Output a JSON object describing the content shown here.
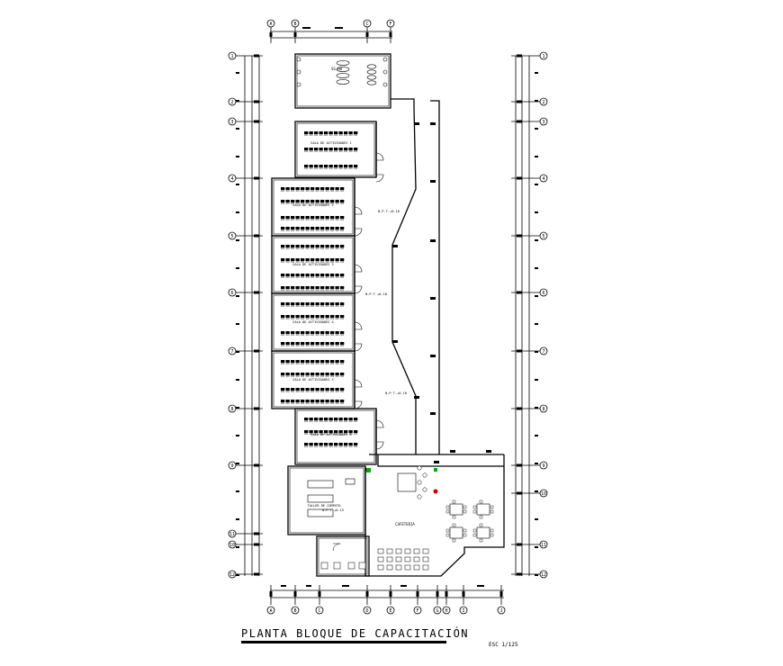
{
  "drawing": {
    "title": "PLANTA BLOQUE DE CAPACITACIÓN",
    "scale": "ESC 1/125"
  },
  "grid": {
    "top_columns": [
      "A",
      "B",
      "C",
      "F"
    ],
    "bottom_columns": [
      "A",
      "B",
      "C",
      "D",
      "E",
      "F",
      "G",
      "H",
      "I",
      "J"
    ],
    "left_rows": [
      "1",
      "2",
      "3",
      "4",
      "5",
      "6",
      "7",
      "8",
      "9",
      "11",
      "10",
      "12"
    ],
    "right_rows": [
      "1",
      "2",
      "3",
      "4",
      "5",
      "6",
      "7",
      "8",
      "9",
      "10",
      "11",
      "12"
    ]
  },
  "rooms": {
    "services_top": "SS.HH",
    "classroom_1": "SALA DE ACTIVIDADES 1",
    "classroom_2": "SALA DE ACTIVIDADES 2",
    "classroom_3": "SALA DE ACTIVIDADES 3",
    "classroom_4": "SALA DE ACTIVIDADES 4",
    "classroom_5": "SALA DE ACTIVIDADES 5",
    "classroom_6": "SALA DE ACTIVIDADES 6",
    "computer_lab": "TALLER DE COMPUTO",
    "cafeteria": "CAFETERIA"
  },
  "levels": {
    "corridor_a": "N.P.T.+0.10",
    "corridor_b": "N.P.T.+0.10",
    "corridor_c": "N.P.T.+0.10",
    "room": "N.P.T.+0.15"
  }
}
